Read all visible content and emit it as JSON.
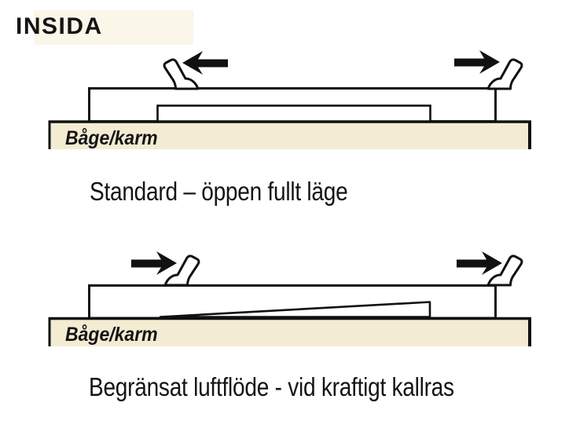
{
  "header": {
    "label": "INSIDA"
  },
  "colors": {
    "frame_beige": "#F4EBD3",
    "header_cream": "#FAF7E9",
    "line_black": "#111111",
    "text_black": "#141414"
  },
  "icons": {
    "arrow_left": "left-arrow",
    "arrow_right": "right-arrow",
    "latch": "window-latch-handle"
  },
  "diagram1": {
    "frame_label": "Båge/karm",
    "caption": "Standard – öppen fullt läge",
    "left_arrow_direction": "left",
    "right_arrow_direction": "right",
    "vent_state": "fully open"
  },
  "diagram2": {
    "frame_label": "Båge/karm",
    "caption": "Begränsat luftflöde - vid kraftigt kallras",
    "left_arrow_direction": "right",
    "right_arrow_direction": "right",
    "vent_state": "slightly open"
  }
}
